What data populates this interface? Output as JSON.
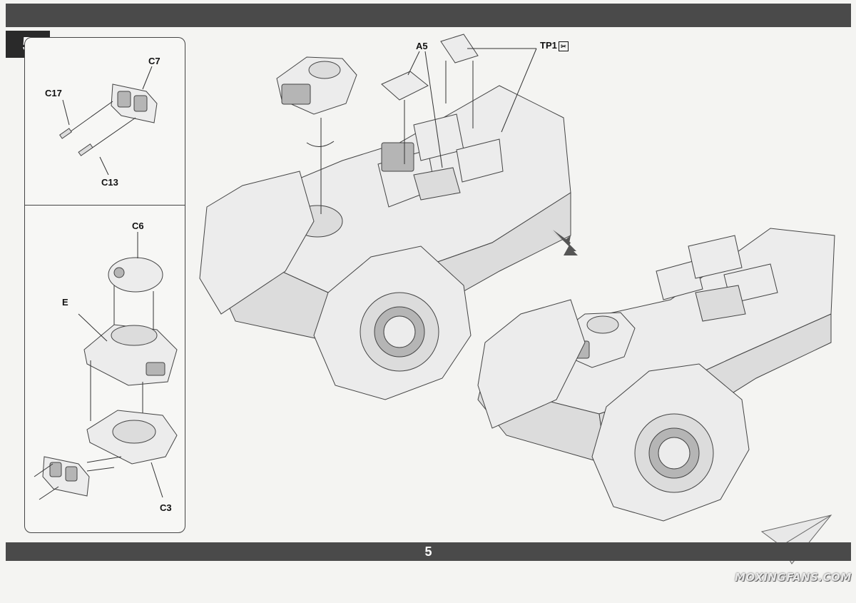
{
  "header": {
    "step_number": "5"
  },
  "inset_top": {
    "labels": {
      "c7": "C7",
      "c17": "C17",
      "c13": "C13"
    }
  },
  "inset_bottom": {
    "labels": {
      "c6": "C6",
      "e": "E",
      "c3": "C3"
    }
  },
  "main": {
    "labels": {
      "a5": "A5",
      "tp1": "TP1"
    }
  },
  "footer": {
    "page_number": "5"
  },
  "watermark": {
    "text": "MOXINGFANS.COM"
  }
}
